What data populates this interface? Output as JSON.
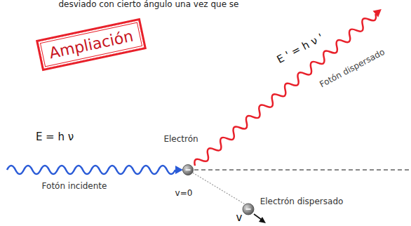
{
  "diagram": {
    "nodes": [
      {
        "text": [
          "Ampliación"
        ]
      }
    ],
    "labels": [
      "desviado con cierto ángulo una vez que se",
      "E = h ν",
      "Fotón incidente",
      "Electrón",
      "v=0",
      "E ' = h ν '",
      "Fotón dispersado",
      "Electrón dispersado",
      "v"
    ]
  }
}
